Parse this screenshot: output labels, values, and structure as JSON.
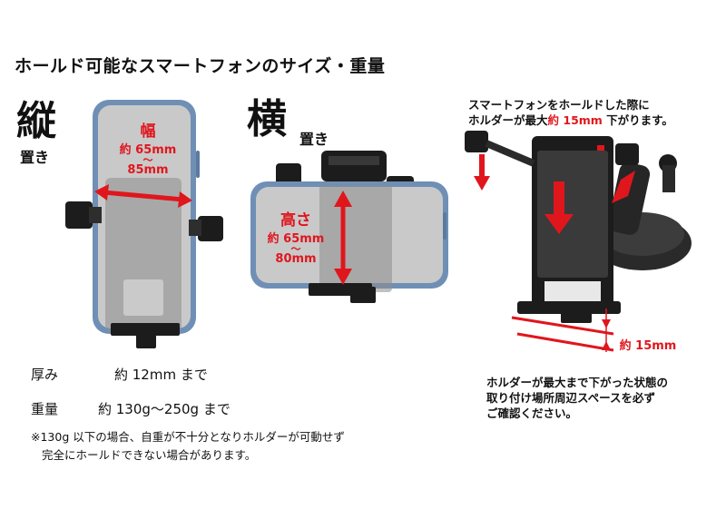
{
  "title": "ホールド可能なスマートフォンのサイズ・重量",
  "portrait": {
    "big": "縦",
    "small": "置き",
    "width_label": "幅",
    "width_range_top": "約 65mm",
    "width_range_tilde": "〜",
    "width_range_bottom": "85mm"
  },
  "landscape": {
    "big": "横",
    "small": "置き",
    "height_label": "高さ",
    "height_range_top": "約 65mm",
    "height_range_tilde": "〜",
    "height_range_bottom": "80mm"
  },
  "specs": {
    "thickness_label": "厚み",
    "thickness_value": "約 12mm まで",
    "weight_label": "重量",
    "weight_value": "約 130g〜250g まで"
  },
  "note": {
    "line1": "※130g 以下の場合、自重が不十分となりホルダーが可動せず",
    "line2": "完全にホールドできない場合があります。"
  },
  "right_top_caption": {
    "line1": "スマートフォンをホールドした際に",
    "line2_a": "ホルダーが最大",
    "line2_b": "約 15mm",
    "line2_c": " 下がります。"
  },
  "drop_label": "約 15mm",
  "right_bottom_caption": {
    "line1": "ホルダーが最大まで下がった状態の",
    "line2": "取り付け場所周辺スペースを必ず",
    "line3": "ご確認ください。"
  },
  "colors": {
    "accent_red": "#e0161d",
    "phone_blue": "#6f8fb5",
    "holder_black": "#1c1c1c"
  }
}
